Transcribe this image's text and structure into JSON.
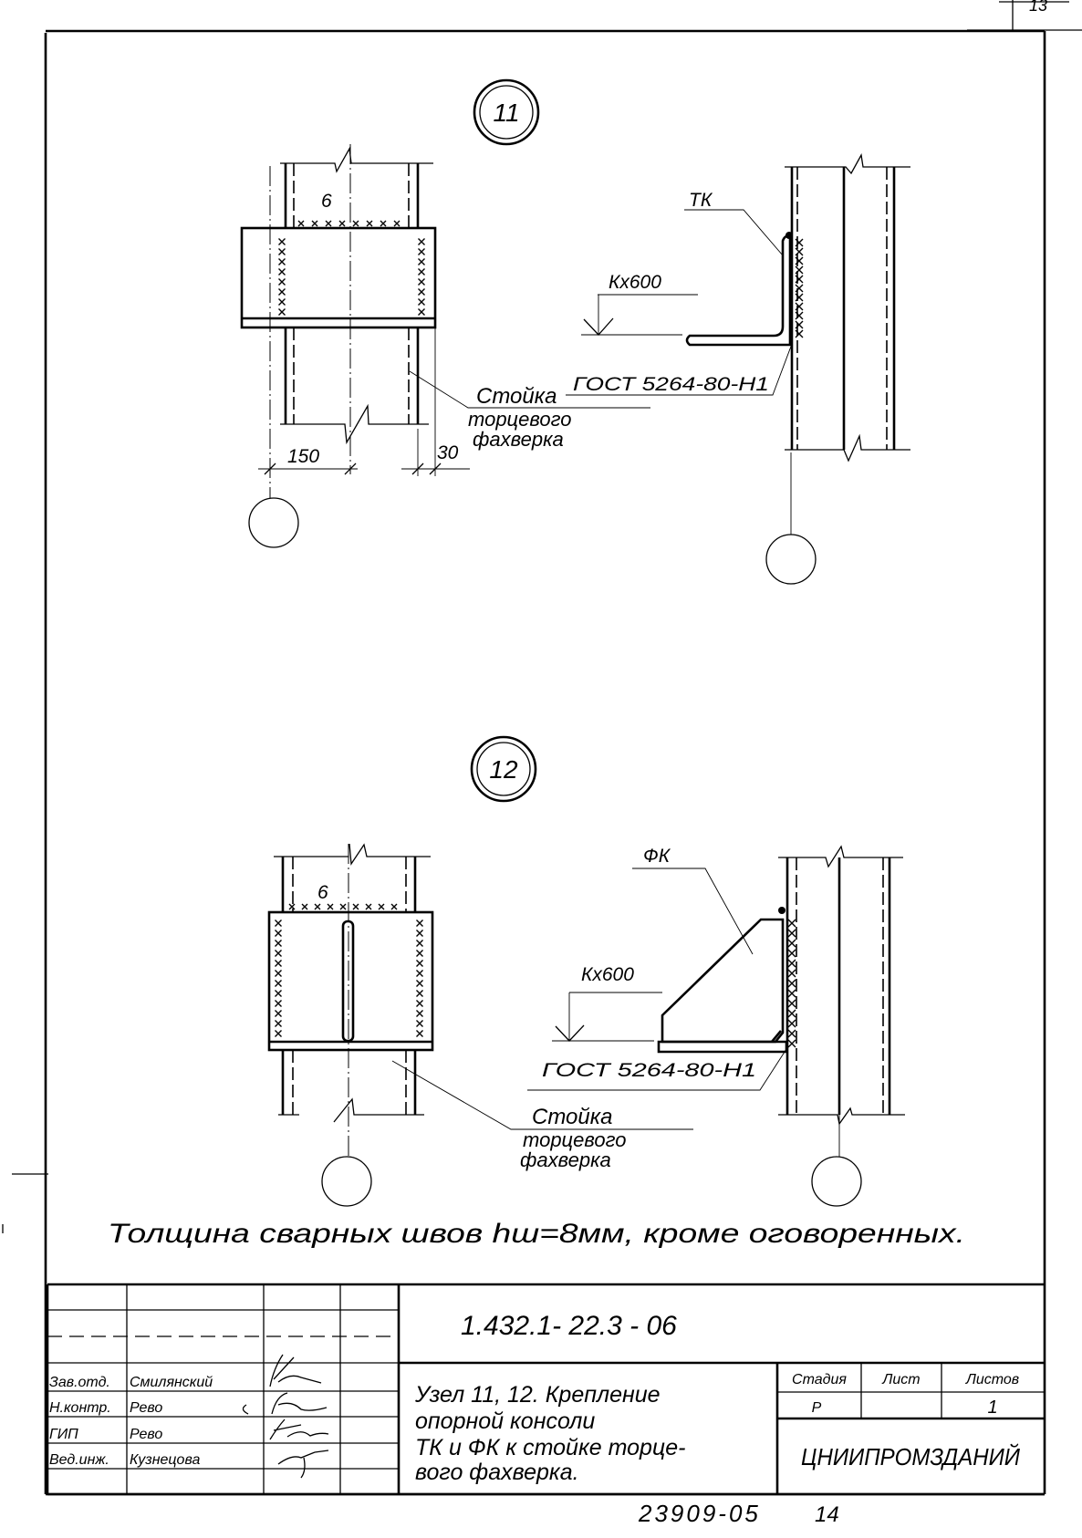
{
  "sheet_corner": "13",
  "node_11": {
    "mark": "11",
    "weld_leg_top": "6",
    "dim_left": "150",
    "dim_right": "30",
    "part_label": "ТК",
    "weld_size": "Кх600",
    "weld_standard": "ГОСТ 5264-80-Н1",
    "column_label": [
      "Стойка",
      "торцевого",
      "фахверка"
    ]
  },
  "node_12": {
    "mark": "12",
    "weld_leg_top": "6",
    "part_label": "ФК",
    "weld_size": "Кх600",
    "weld_standard": "ГОСТ 5264-80-Н1",
    "column_label": [
      "Стойка",
      "торцевого",
      "фахверка"
    ]
  },
  "note": "Толщина сварных   швов hш=8мм, кроме оговоренных.",
  "title_block": {
    "staff": [
      {
        "role": "Зав.отд.",
        "name": "Смилянский"
      },
      {
        "role": "Н.контр.",
        "name": "Рево"
      },
      {
        "role": "ГИП",
        "name": "Рево"
      },
      {
        "role": "Вед.инж.",
        "name": "Кузнецова"
      }
    ],
    "document_code": "1.432.1- 22.3 - 06",
    "description": [
      "Узел 11, 12. Крепление",
      "опорной   консоли",
      "ТК и ФК к стойке торце-",
      "вого фахверка."
    ],
    "stage_header": "Стадия",
    "sheet_header": "Лист",
    "sheets_header": "Листов",
    "stage": "Р",
    "sheet": "",
    "sheets": "1",
    "organization": "ЦНИИПРОМЗДАНИЙ"
  },
  "footer": {
    "inventory": "23909-05",
    "page": "14"
  }
}
